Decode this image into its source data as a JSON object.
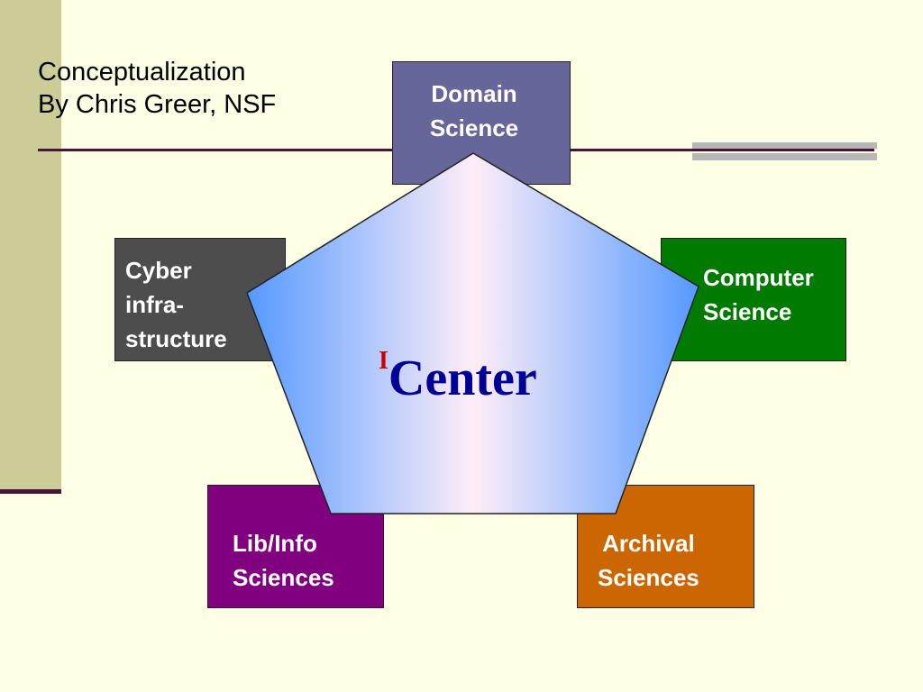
{
  "title": {
    "line1": "Conceptualization",
    "line2": "By Chris Greer, NSF"
  },
  "boxes": {
    "domain_science": {
      "line1": "Domain",
      "line2": "Science",
      "color": "#66669A"
    },
    "cyberinfrastructure": {
      "line1": "Cyber",
      "line2": "infra-",
      "line3": "structure",
      "color": "#4D4D4D"
    },
    "computer_science": {
      "line1": "Computer",
      "line2": "Science",
      "color": "#007A00"
    },
    "lib_info_sciences": {
      "line1": "Lib/Info",
      "line2": "Sciences",
      "color": "#80007F"
    },
    "archival_sciences": {
      "line1": "Archival",
      "line2": "Sciences",
      "color": "#CC6600"
    }
  },
  "center": {
    "prefix": "I",
    "label": "Center",
    "prefix_color": "#CC0000",
    "label_color": "#000099"
  },
  "colors": {
    "background": "#FFFFE5",
    "left_band": "#CCCC99",
    "rule": "#4A1338",
    "pentagon_edge": "#5599FF",
    "pentagon_middle": "#FFEEF8"
  }
}
